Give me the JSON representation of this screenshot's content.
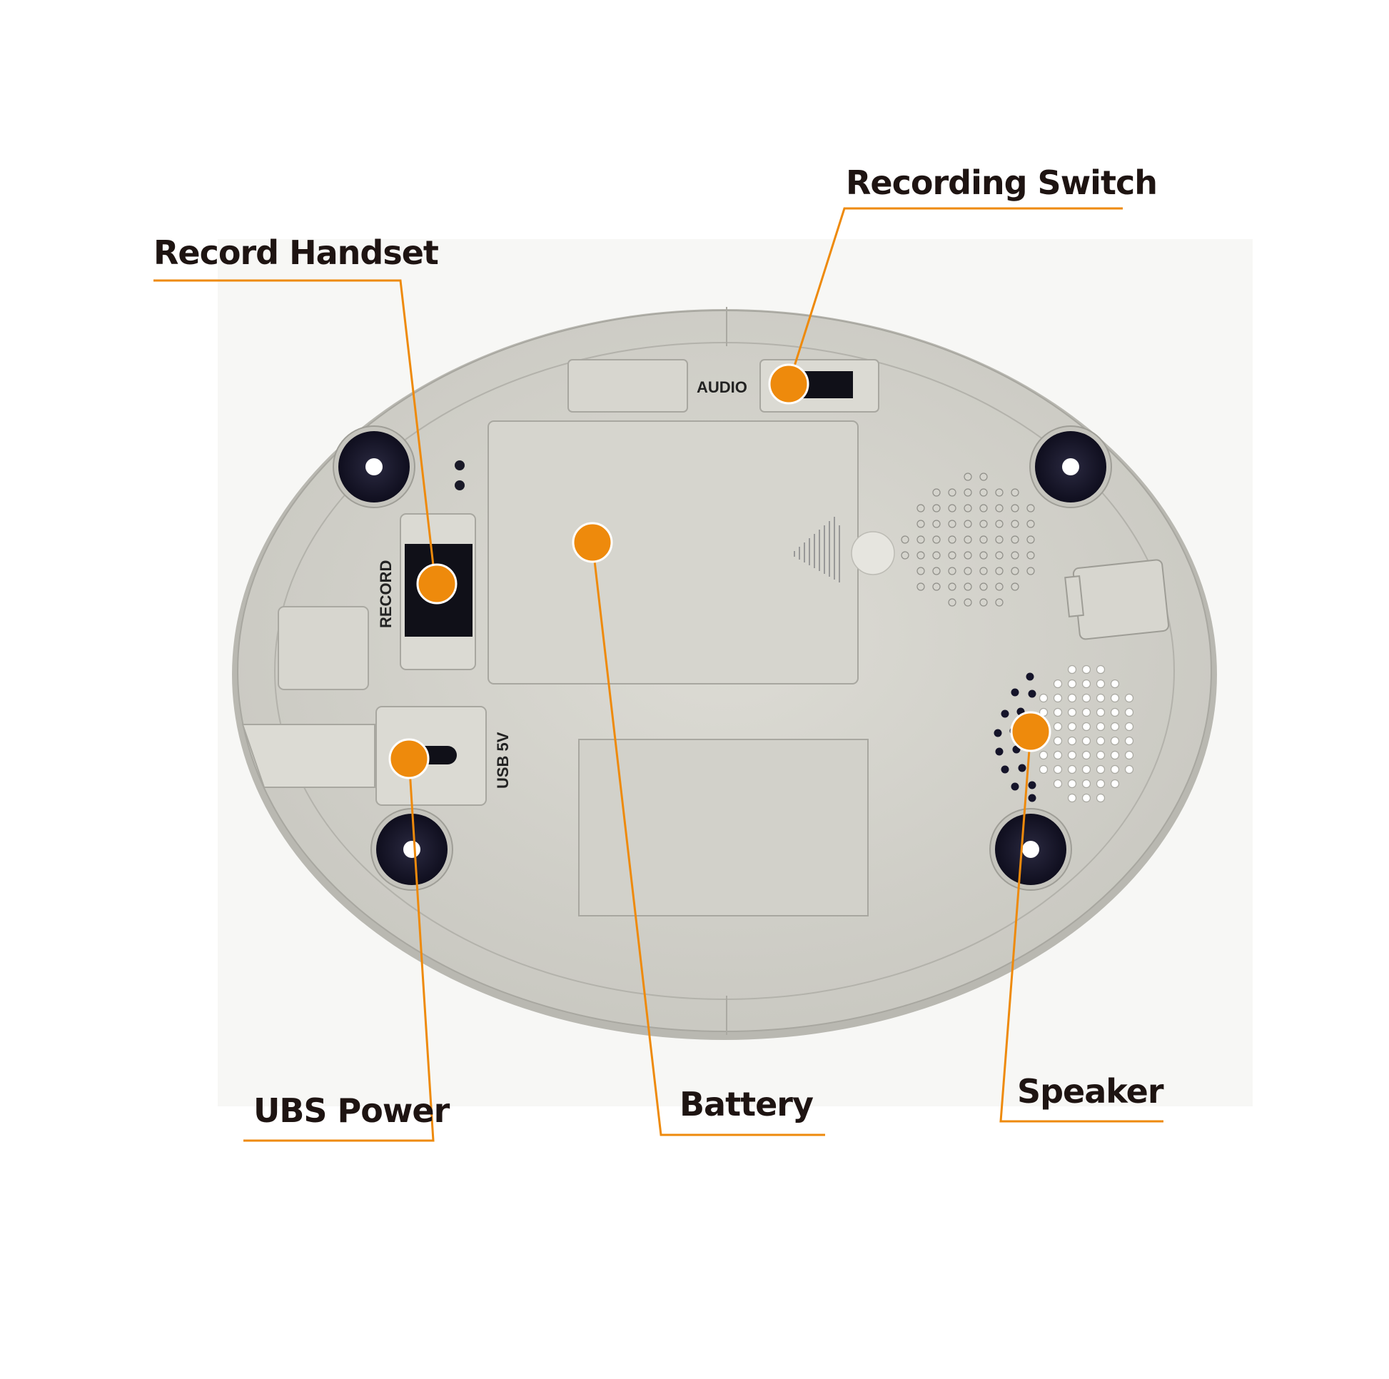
{
  "device": {
    "labels": {
      "audio": "AUDIO",
      "record": "RECORD",
      "usb": "USB 5V"
    }
  },
  "callouts": {
    "recording_switch": "Recording Switch",
    "record_handset": "Record Handset",
    "usb_power": "UBS Power",
    "battery": "Battery",
    "speaker": "Speaker"
  },
  "colors": {
    "accent": "#ee8a0c",
    "body": "#d5d4cd",
    "body_rim": "#c9c8c1",
    "foot": "#16152a",
    "label_text": "#1e1412"
  }
}
